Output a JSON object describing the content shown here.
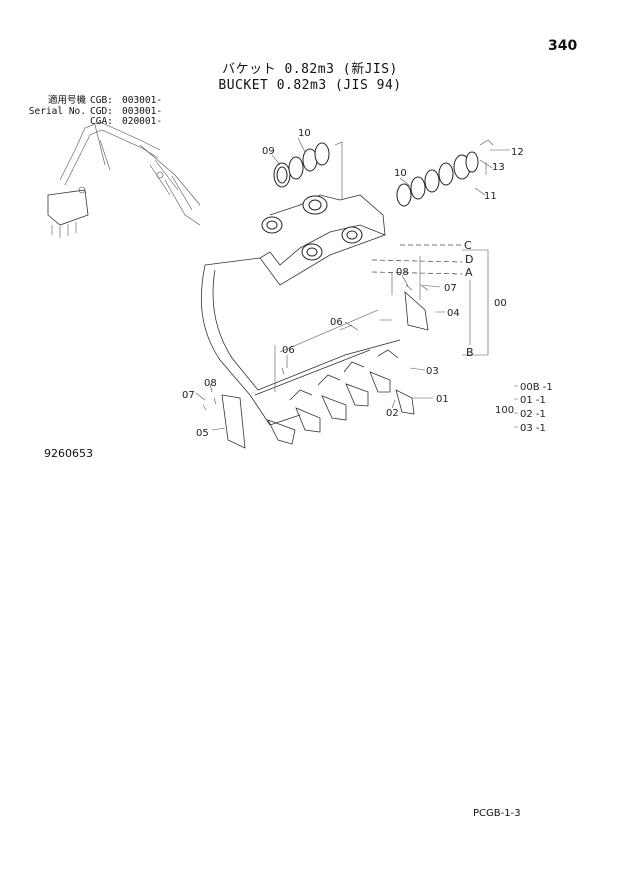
{
  "page_number": "340",
  "title_jp": "バケット 0.82m3 (新JIS)",
  "title_en": "BUCKET 0.82m3 (JIS 94)",
  "serial": {
    "rows": [
      {
        "label": "適用号機",
        "code": "CGB:",
        "value": "003001-"
      },
      {
        "label": "Serial No.",
        "code": "CGD:",
        "value": "003001-"
      },
      {
        "label": "",
        "code": "CGA:",
        "value": "020001-"
      }
    ]
  },
  "callouts": {
    "p00": "00",
    "p01": "01",
    "p02": "02",
    "p03": "03",
    "p04": "04",
    "p05": "05",
    "p06": "06",
    "p07a": "07",
    "p07b": "07",
    "p08a": "08",
    "p08b": "08",
    "p09": "09",
    "p10a": "10",
    "p10b": "10",
    "p11": "11",
    "p12": "12",
    "p13": "13"
  },
  "ref_letters": {
    "A": "A",
    "B": "B",
    "C": "C",
    "D": "D"
  },
  "assembly": {
    "total": "100",
    "items": [
      "00B -1",
      "01  -1",
      "02  -1",
      "03  -1"
    ]
  },
  "drawing_number": "9260653",
  "footer_code": "PCGB-1-3"
}
